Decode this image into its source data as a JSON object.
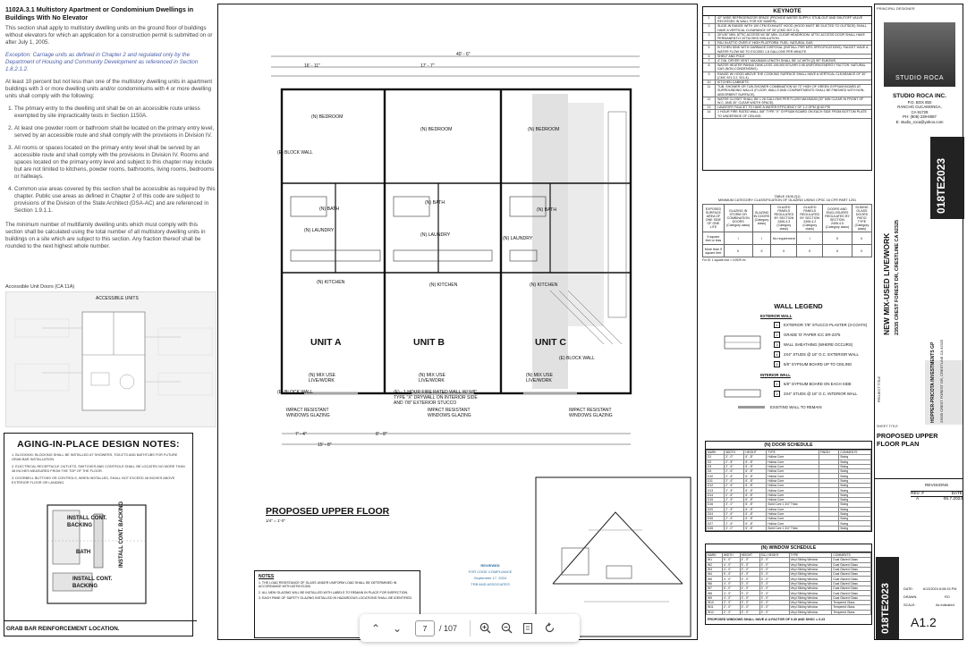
{
  "code_section": {
    "title": "1102A.3.1 Multistory Apartment or Condominium Dwellings in Buildings With No Elevator",
    "p1": "This section shall apply to multistory dwelling units on the ground floor of buildings without elevators for which an application for a construction permit is submitted on or after July 1, 2005.",
    "exception": "Exception: Carriage units as defined in Chapter 2 and regulated only by the Department of Housing and Community Development as referenced in Section 1.8.2.1.2.",
    "p2": "At least 10 percent but not less than one of the multistory dwelling units in apartment buildings with 3 or more dwelling units and/or condominiums with 4 or more dwelling units shall comply with the following:",
    "items": [
      "The primary entry to the dwelling unit shall be on an accessible route unless exempted by site impracticality tests in Section 1150A.",
      "At least one powder room or bathroom shall be located on the primary entry level, served by an accessible route and shall comply with the provisions in Division IV.",
      "All rooms or spaces located on the primary entry level shall be served by an accessible route and shall comply with the provisions in Division IV. Rooms and spaces located on the primary entry level and subject to this chapter may include but are not limited to kitchens, powder rooms, bathrooms, living rooms, bedrooms or hallways.",
      "Common use areas covered by this section shall be accessible as required by this chapter. Public use areas as defined in Chapter 2 of this code are subject to provisions of the Division of the State Architect (DSA-AC) and are referenced in Section 1.9.1.1."
    ],
    "p3": "The minimum number of multifamily dwelling units which must comply with this section shall be calculated using the total number of all multistory dwelling units in buildings on a site which are subject to this section. Any fraction thereof shall be rounded to the next highest whole number."
  },
  "accessible": {
    "caption": "Accessible Unit Doors (CA 11A)",
    "inner_title": "ACCESSIBLE UNITS"
  },
  "aging": {
    "title": "AGING-IN-PLACE DESIGN NOTES:",
    "notes": [
      "1. BLOCKING: BLOCKING SHALL BE INSTALLED AT SHOWERS, TOILETS AND BATHTUBS FOR FUTURE GRAB BAR INSTALLATION.",
      "2. ELECTRICAL RECEPTACLE OUTLETS, SWITCHES AND CONTROLS SHALL BE LOCATED NO MORE THAN 48 INCHES MEASURED FROM THE TOP OF THE FLOOR.",
      "3. DOORBELL BUTTONS OR CONTROLS, WHEN INSTALLED, SHALL NOT EXCEED 48 INCHES ABOVE EXTERIOR FLOOR OR LANDING."
    ],
    "labels": [
      "INSTALL CONT. BACKING",
      "BATH",
      "INSTALL CONT. BACKING",
      "INSTALL CONT. BACKING"
    ],
    "footer": "GRAB BAR REINFORCEMENT LOCATION."
  },
  "plan": {
    "title": "PROPOSED UPPER FLOOR",
    "scale": "1/4\" = 1'-0\"",
    "units": [
      "UNIT A",
      "UNIT B",
      "UNIT C"
    ],
    "bedrooms": [
      "(N) BEDROOM",
      "(N) BEDROOM",
      "(N) BEDROOM"
    ],
    "baths": [
      "(N) BATH",
      "(N) BATH",
      "(N) BATH"
    ],
    "kitchens": [
      "(N) KITCHEN",
      "(N) KITCHEN",
      "(N) KITCHEN"
    ],
    "laundry": [
      "(N) LAUNDRY",
      "(N) LAUNDRY",
      "(N) LAUNDRY"
    ],
    "live_work": [
      "(N) MIX USE LIVE/WORK",
      "(N) MIX USE LIVE/WORK",
      "(N) MIX USE LIVE/WORK"
    ],
    "block_wall": "(E) BLOCK WALL",
    "impact": "IMPACT RESISTANT WINDOWS GLAZING",
    "fire_wall": "(E) - 1 HOUR FIRE RATED WALL W/ 5/8\" TYPE \"X\" DRYWALL ON INTERIOR SIDE AND 7/8\" EXTERIOR STUCCO",
    "dim_top": "40' - 6\"",
    "dims": [
      "16' - 11\"",
      "17' - 7\"",
      "7' - 4\"",
      "8' - 8\"",
      "15' - 8\""
    ]
  },
  "notes_box": {
    "title": "NOTES",
    "items": [
      "1. THE LOAD RESISTANCE OF GLASS UNDER UNIFORM LOAD SHALL BE DETERMINED IN ACCORDANCE WITH ASTM E1300.",
      "2. ALL NEW GLAZING WILL BE INSTALLED WITH LABELS TO REMAIN IN PLACE FOR INSPECTION.",
      "3. EACH PANE OF SAFETY GLAZING INSTALLED IN HAZARDOUS LOCATIONS SHALL BE IDENTIFIED."
    ]
  },
  "stamp": {
    "l1": "REVIEWED",
    "l2": "FOR CODE COMPLIANCE",
    "l3": "September 17, 2024",
    "l4": "TRB AND ASSOCIATES"
  },
  "keynote": {
    "title": "KEYNOTE",
    "rows": [
      {
        "n": "1",
        "d": "42\" WIDE REFRIGERATOR SPACE (PROVIDE WATER SUPPLY STUB-OUT AND SHUTOFF VALVE RECESSED IN WALL FOR ICE MAKER)."
      },
      {
        "n": "2",
        "d": "SLIDE-IN RANGE WITH 100 CFM EXHAUST HOOD (HOOD MUST BE DUCTED TO OUTSIDE) SHALL HAVE A VERTICAL CLEARANCE OF 30\" (CMC 507.2.3)."
      },
      {
        "n": "3",
        "d": "30\"x30\" MIN. ATTIC ACCESS W/ 36\" MIN. CLEAR HEADROOM. ATTIC ACCESS DOOR SHALL HAVE PERMANENTLY ATTACHED INSULATION."
      },
      {
        "n": "4",
        "d": "FAU IN ATTIC OVER 4\" HIGH PLATFORM. FUEL: NATURAL GAS."
      },
      {
        "n": "5",
        "d": "KITCHEN SINK WITH GARBAGE DISPOSAL (INSTALL PER MFG SPECIFICATIONS). FAUCET HAVE A WATER FLOW NO TO EXCEED 1.8 GALLONS PER MINUTE."
      },
      {
        "n": "6",
        "d": "SHELF AND POLE"
      },
      {
        "n": "7",
        "d": "4\" DIA. DRYER VENT. MAXIMUM LENGTH SHALL BE 14' WITH (2) 90° ELBOWS."
      },
      {
        "n": "8",
        "d": "WATER HEATER PANNA TANK-LESS 199,900 BTU/HR 0.95 UNIFORM ENERGY FACTOR. NATURAL GAS (NON-CONDENSING)."
      },
      {
        "n": "9",
        "d": "RANGE W/ HOOD ABOVE THE COOKING SURFACE SHALL HAVE A VERTICAL CLEARANCE OF 30\" (CMC 921.3.2, 921.4)."
      },
      {
        "n": "10",
        "d": "KITCHEN CABINETS"
      },
      {
        "n": "11",
        "d": "TUB, SHOWER OR TUB-SHOWER COMBINATION W/ 72\" HIGH OF GREEN GYPSUM BOARD AT SURROUNDING WALLS (FLOOR, WALLS AND COMPARTMENTS SHALL BE FINISHED WITH NON-ABSORBENT SURFACE)."
      },
      {
        "n": "12",
        "d": "WATER CLOSET SHALL BE 1.28 GALLONS PER FLUSH MAXIMUM (30\" MIN CLEAR IN FRONT OF W.C. AND 30\" CLEAR WIDTH SPACE)."
      },
      {
        "n": "13",
        "d": "LAVATORY FAUCET TO HAVE A WATER EFFICIENCY OF 1.2 GPM @ 60 PSI"
      },
      {
        "n": "14",
        "d": "1 HOUR FIRE RATED WALL 5/8\" TYPE \"X\" GYPSUM BOARD ON EACH SIDE FROM BOTTOM PLATE TO UNDERSIDE OF CEILING."
      }
    ]
  },
  "table2406": {
    "caption": "TABLE 2406.2(1)",
    "subcaption": "MINIMUM CATEGORY CLASSIFICATION OF GLAZING USING CPSC 16 CFR PART 1201",
    "headers": [
      "EXPOSED SURFACE AREA OF ONE SIDE OF ONE LITE",
      "GLAZING IN STORM OR COMBINATION DOORS (Category class)",
      "GLAZING IN DOORS (Category class)",
      "GLAZED PANELS REGULATED BY SECTION 2406.4.3 (Category class)",
      "GLAZED PANELS REGULATED BY SECTION 2406.4.2 (Category class)",
      "DOORS AND ENCLOSURES REGULATED BY SECTION 2406.4.5 (Category class)",
      "SLIDING GLASS DOORS PATIO TYPE (Category class)"
    ],
    "rows": [
      [
        "9 square feet or less",
        "I",
        "I",
        "No requirement",
        "I",
        "II",
        "II"
      ],
      [
        "More than 9 square feet",
        "II",
        "II",
        "II",
        "II",
        "II",
        "II"
      ]
    ],
    "footnote": "For SI: 1 square foot = 0.0929 m²"
  },
  "wall_legend": {
    "title": "WALL LEGEND",
    "exterior": "EXTERIOR WALL",
    "ext_items": [
      {
        "n": "1",
        "t": "EXTERIOR 7/8\" STUCCO PLASTER (3-COATS)"
      },
      {
        "n": "2",
        "t": "GRADE 'D' PAPER ICC ER-2375"
      },
      {
        "n": "3",
        "t": "WALL SHEATHING (WHERE OCCURS)"
      },
      {
        "n": "4",
        "t": "2X4\" STUDS @ 16\" O.C. EXTERIOR WALL"
      },
      {
        "n": "5",
        "t": "5/8\" GYPSUM BOARD UP TO CEILING"
      }
    ],
    "interior": "INTERIOR WALL",
    "int_items": [
      {
        "n": "1",
        "t": "5/8\" GYPSUM BOARD ON EACH SIDE"
      },
      {
        "n": "2",
        "t": "2X4\" STUDS @ 16\" O.C. INTERIOR WALL"
      }
    ],
    "existing": "EXISTING WALL TO REMAIN"
  },
  "door_schedule": {
    "title": "(N) DOOR SCHEDULE",
    "headers": [
      "MARK",
      "WIDTH",
      "HEIGHT",
      "TYPE",
      "FINISH",
      "COMMENTS"
    ],
    "rows": [
      [
        "D1",
        "3' - 0\"",
        "6' - 8\"",
        "Hollow Core",
        "",
        "Swing"
      ],
      [
        "D2",
        "2' - 8\"",
        "6' - 8\"",
        "Hollow Core",
        "",
        "Swing"
      ],
      [
        "D3",
        "2' - 6\"",
        "6' - 8\"",
        "Hollow Core",
        "",
        "Swing"
      ],
      [
        "D4",
        "2' - 6\"",
        "6' - 8\"",
        "Hollow Core",
        "",
        "Swing"
      ],
      [
        "D10",
        "2' - 8\"",
        "6' - 8\"",
        "Hollow Core",
        "",
        "Swing"
      ],
      [
        "D11",
        "2' - 6\"",
        "6' - 8\"",
        "Hollow Core",
        "",
        "Swing"
      ],
      [
        "D12",
        "2' - 6\"",
        "6' - 8\"",
        "Hollow Core",
        "",
        "Swing"
      ],
      [
        "D13",
        "2' - 8\"",
        "6' - 8\"",
        "Hollow Core",
        "",
        "Swing"
      ],
      [
        "D14",
        "2' - 6\"",
        "6' - 8\"",
        "Hollow Core",
        "",
        "Swing"
      ],
      [
        "D15",
        "2' - 6\"",
        "6' - 8\"",
        "Hollow Core",
        "",
        "Swing"
      ],
      [
        "D16",
        "3' - 0\"",
        "6' - 8\"",
        "Solid Core 1 3/4\" Thick",
        "",
        "Swing"
      ],
      [
        "D20",
        "2' - 8\"",
        "6' - 8\"",
        "Hollow Core",
        "",
        "Swing"
      ],
      [
        "D24",
        "2' - 6\"",
        "6' - 8\"",
        "Hollow Core",
        "",
        "Swing"
      ],
      [
        "D26",
        "2' - 6\"",
        "6' - 8\"",
        "Hollow Core",
        "",
        "Swing"
      ],
      [
        "D27",
        "2' - 6\"",
        "6' - 8\"",
        "Hollow Core",
        "",
        "Swing"
      ],
      [
        "D28",
        "3' - 0\"",
        "6' - 8\"",
        "Solid Core 1 3/4\" Thick",
        "",
        "Swing"
      ]
    ]
  },
  "window_schedule": {
    "title": "(N) WINDOW SCHEDULE",
    "headers": [
      "MARK",
      "WIDTH",
      "HEIGHT",
      "SILL HEIGHT",
      "TYPE",
      "COMMENTS"
    ],
    "rows": [
      [
        "W1",
        "5' - 0\"",
        "4' - 0\"",
        "3' - 0\"",
        "Vinyl Sliding Window",
        "Dual Glazed Glass"
      ],
      [
        "W2",
        "4' - 0\"",
        "3' - 0\"",
        "3' - 0\"",
        "Vinyl Sliding Window",
        "Dual Glazed Glass"
      ],
      [
        "W3",
        "4' - 0\"",
        "3' - 0\"",
        "3' - 0\"",
        "Vinyl Sliding Window",
        "Dual Glazed Glass"
      ],
      [
        "W4",
        "5' - 0\"",
        "4' - 0\"",
        "3' - 0\"",
        "Vinyl Sliding Window",
        "Dual Glazed Glass"
      ],
      [
        "W5",
        "4' - 0\"",
        "3' - 0\"",
        "3' - 0\"",
        "Vinyl Sliding Window",
        "Dual Glazed Glass"
      ],
      [
        "W6",
        "4' - 0\"",
        "3' - 0\"",
        "3' - 0\"",
        "Vinyl Sliding Window",
        "Dual Glazed Glass"
      ],
      [
        "W7",
        "5' - 0\"",
        "4' - 0\"",
        "3' - 0\"",
        "Vinyl Sliding Window",
        "Dual Glazed Glass"
      ],
      [
        "W8",
        "4' - 0\"",
        "3' - 0\"",
        "3' - 0\"",
        "Vinyl Sliding Window",
        "Dual Glazed Glass"
      ],
      [
        "W9",
        "4' - 0\"",
        "3' - 0\"",
        "3' - 0\"",
        "Vinyl Sliding Window",
        "Dual Glazed Glass"
      ],
      [
        "W10",
        "2' - 0\"",
        "3' - 0\"",
        "3' - 0\"",
        "Vinyl Sliding Window",
        "Tempered Glass"
      ],
      [
        "W11",
        "2' - 0\"",
        "3' - 0\"",
        "3' - 0\"",
        "Vinyl Sliding Window",
        "Tempered Glass"
      ],
      [
        "W12",
        "2' - 0\"",
        "3' - 0\"",
        "3' - 0\"",
        "Vinyl Sliding Window",
        "Tempered Glass"
      ]
    ],
    "footnote": "PROPOSED WINDOWS SHALL HAVE A U-FACTOR OF 0.30 AND SHGC = 0.23"
  },
  "title_block": {
    "designer_label": "PRINCIPAL DESIGNER",
    "logo_text": "STUDIO ROCA",
    "company": "STUDIO ROCA INC.",
    "address": [
      "P.O. BOX 850",
      "RANCHO CUCAMONGA,",
      "CA 91729",
      "PH: (909) 239-8087",
      "E: studio_roca@yahoo.com"
    ],
    "project_code": "018TE2023",
    "project_name": "NEW MIX-USED LIVE/WORK",
    "project_address": "23535 CREST FOREST DR, CRESTLINE CA 92325",
    "project_title_label": "PROJECT TITLE",
    "owner": "HOPPER-PRICOTA INVESTMENTS GP",
    "owner_address": "23535 CREST FOREST DR, CRESTLINE CA 92325",
    "sheet_title_label": "SHEET TITLE",
    "sheet_title": "PROPOSED UPPER FLOOR PLAN",
    "revisions_label": "REVISIONS",
    "rev_headers": [
      "REV. #",
      "DATE"
    ],
    "rev_row": [
      "A",
      "06.7.2024"
    ],
    "date_label": "DATE:",
    "date_value": "6/13/2024 6:08:15 PM",
    "drawn_label": "DRAWN:",
    "drawn_value": "RO",
    "scale_label": "SCALE:",
    "scale_value": "As indicated",
    "sheet_number": "A1.2"
  },
  "pdf_viewer": {
    "current_page": "7",
    "total_pages": "/ 107"
  }
}
